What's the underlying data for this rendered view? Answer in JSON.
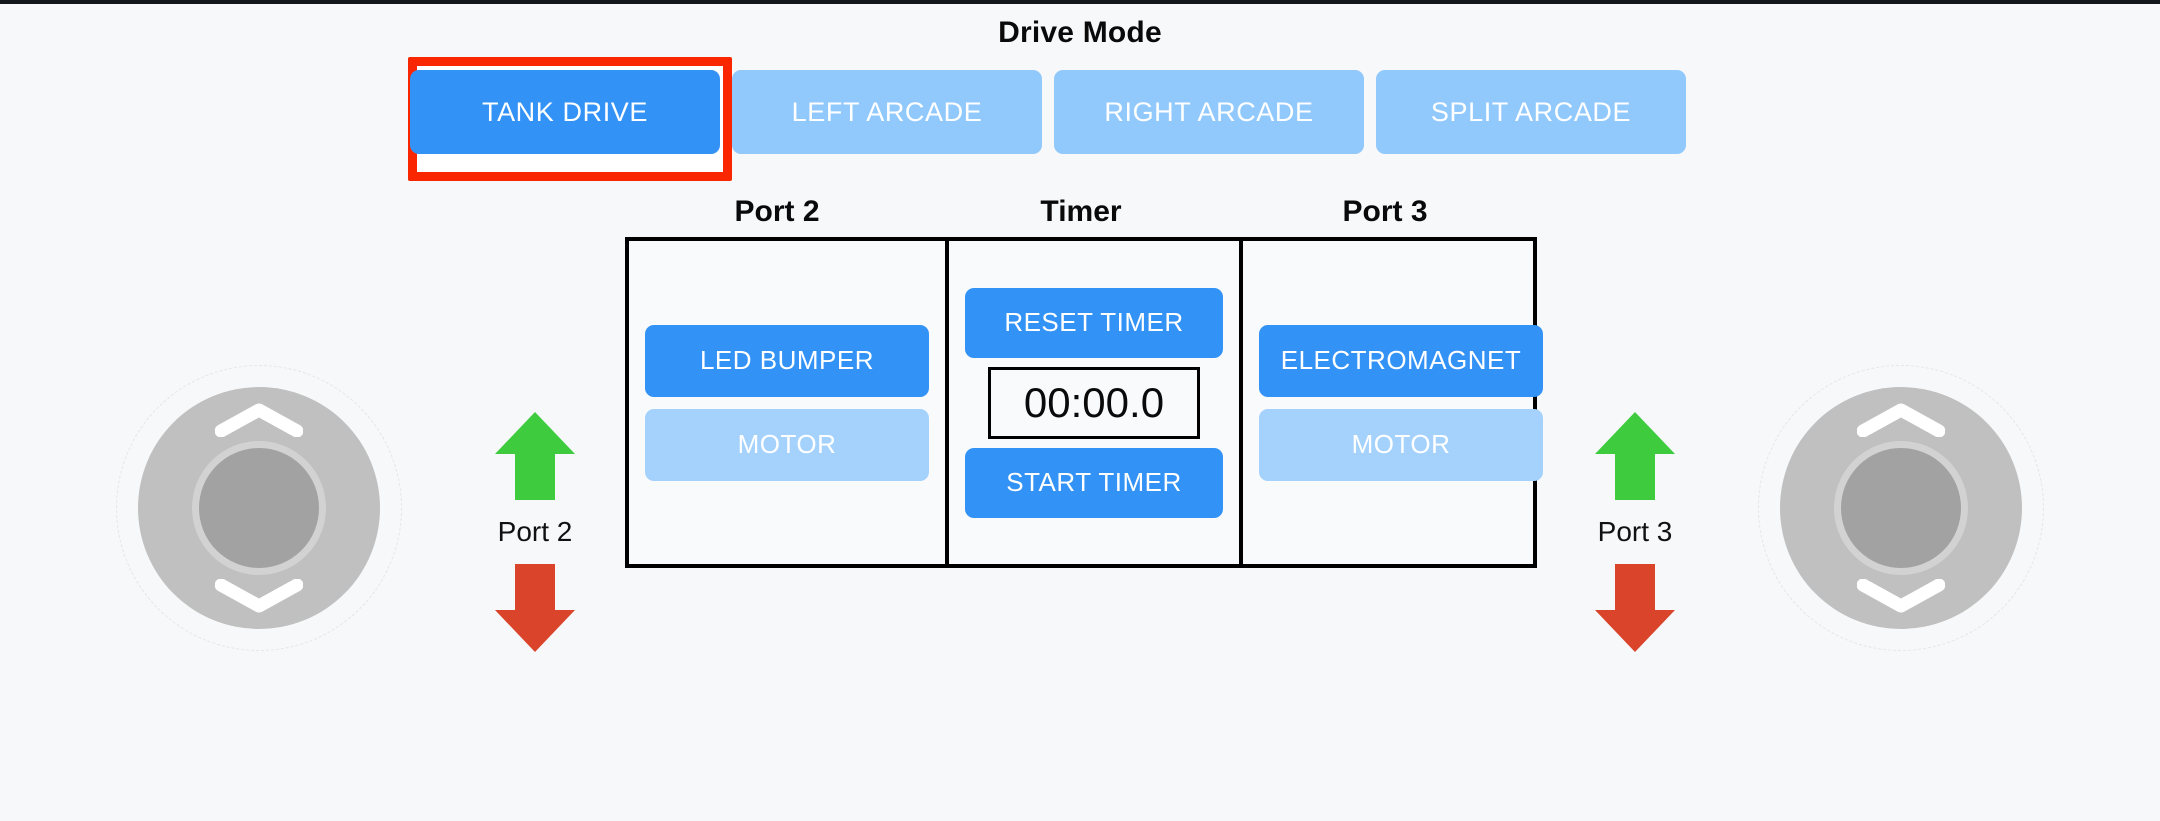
{
  "drive_mode": {
    "title": "Drive Mode",
    "selected": "TANK DRIVE",
    "highlight_color": "#fa2600",
    "active_color": "#3392f5",
    "inactive_color": "#92c9fc",
    "buttons": [
      {
        "label": "TANK DRIVE",
        "active": true
      },
      {
        "label": "LEFT ARCADE",
        "active": false
      },
      {
        "label": "RIGHT ARCADE",
        "active": false
      },
      {
        "label": "SPLIT ARCADE",
        "active": false
      }
    ]
  },
  "panel": {
    "headers": [
      "Port 2",
      "Timer",
      "Port 3"
    ],
    "port2": {
      "title": "Port 2",
      "primary_button": "LED BUMPER",
      "secondary_button": "MOTOR"
    },
    "timer": {
      "title": "Timer",
      "reset_button": "RESET TIMER",
      "display": "00:00.0",
      "start_button": "START TIMER"
    },
    "port3": {
      "title": "Port 3",
      "primary_button": "ELECTROMAGNET",
      "secondary_button": "MOTOR"
    }
  },
  "joysticks": {
    "left": {
      "name": "left-joystick",
      "up_icon": "chevron-up-icon",
      "down_icon": "chevron-down-icon"
    },
    "right": {
      "name": "right-joystick",
      "up_icon": "chevron-up-icon",
      "down_icon": "chevron-down-icon"
    }
  },
  "port_indicators": [
    {
      "label": "Port 2",
      "up_color": "#3ecc3e",
      "down_color": "#d9442b"
    },
    {
      "label": "Port 3",
      "up_color": "#3ecc3e",
      "down_color": "#d9442b"
    }
  ],
  "colors": {
    "background": "#f6f8fa",
    "panel_border": "#000000",
    "joystick_base": "#c0c0c0",
    "joystick_knob": "#a2a2a2",
    "text": "#0a0a0a"
  }
}
